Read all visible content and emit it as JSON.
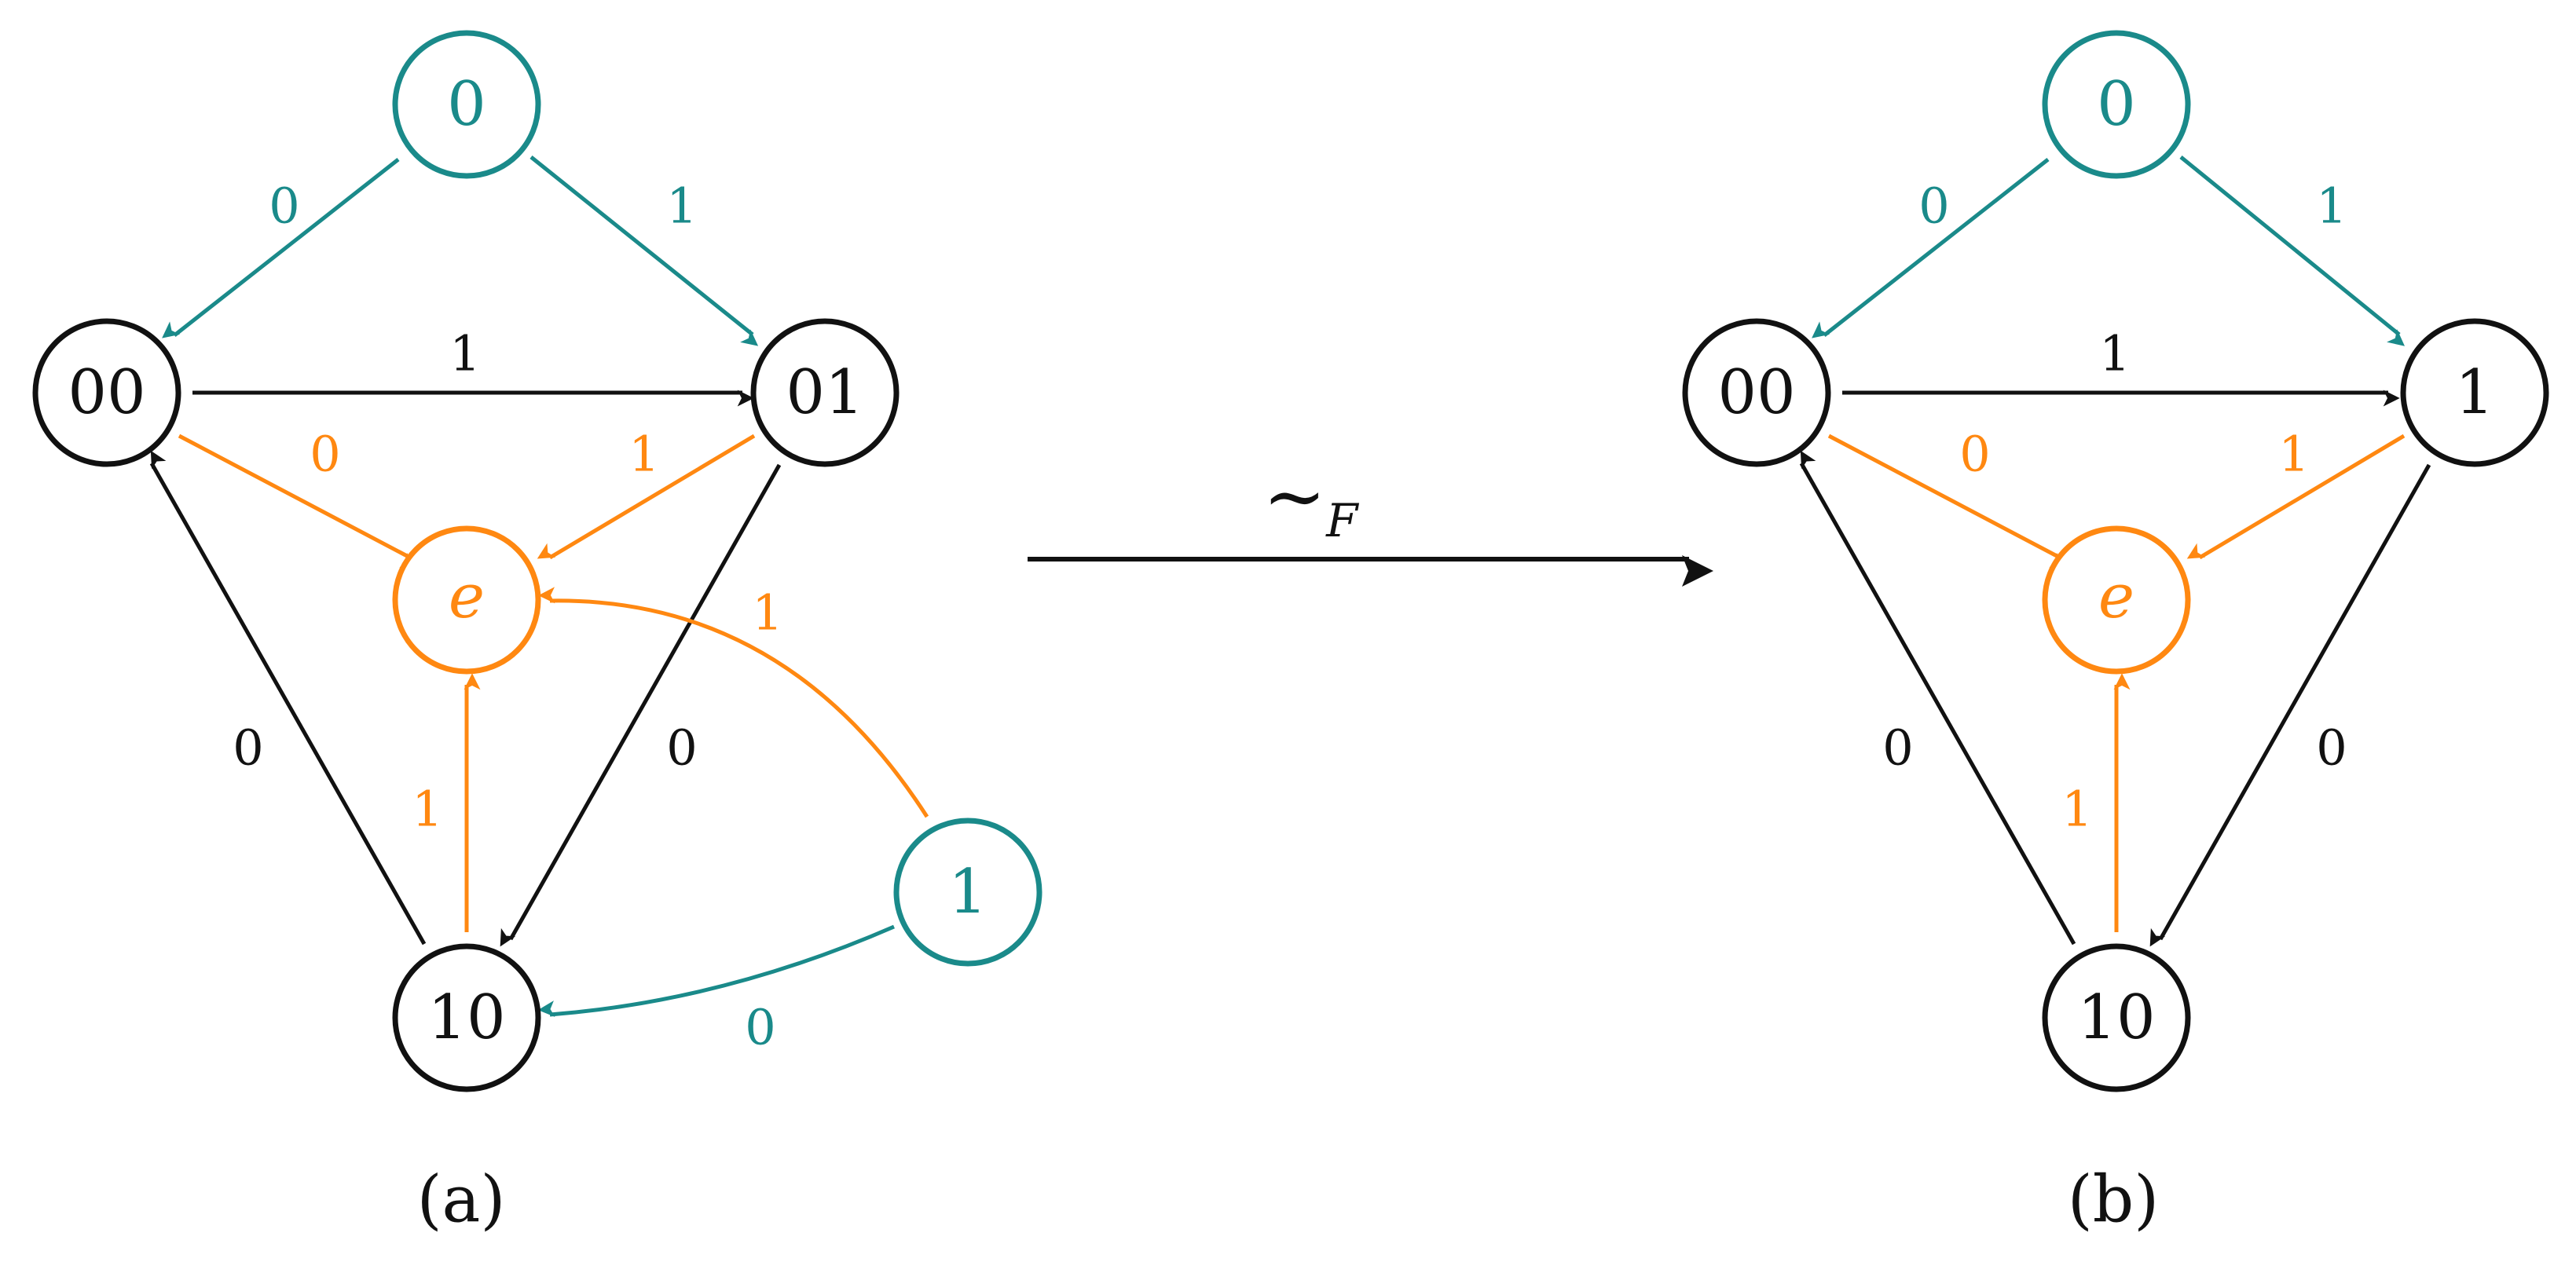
{
  "colors": {
    "teal": "#1a8a8a",
    "orange": "#ff8811",
    "black": "#111111"
  },
  "map_label": {
    "symbol": "∼",
    "subscript": "F"
  },
  "diagram_a": {
    "caption": "(a)",
    "nodes": {
      "start0": "0",
      "n00": "00",
      "n01": "01",
      "e": "e",
      "n10": "10",
      "start1": "1"
    },
    "edges": {
      "start0_to_00": "0",
      "start0_to_01": "1",
      "n00_to_01": "1",
      "n00_to_e": "0",
      "n01_to_e": "1",
      "n10_to_00": "0",
      "n01_to_10": "0",
      "n10_to_e": "1",
      "start1_to_e": "1",
      "start1_to_10": "0"
    }
  },
  "diagram_b": {
    "caption": "(b)",
    "nodes": {
      "start0": "0",
      "n00": "00",
      "n1": "1",
      "e": "e",
      "n10": "10"
    },
    "edges": {
      "start0_to_00": "0",
      "start0_to_1": "1",
      "n00_to_1": "1",
      "n00_to_e": "0",
      "n1_to_e": "1",
      "n10_to_00": "0",
      "n1_to_10": "0",
      "n10_to_e": "1"
    }
  }
}
